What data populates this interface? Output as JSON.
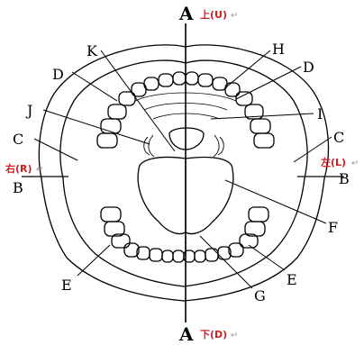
{
  "diagram": {
    "letters": {
      "A": "A",
      "B": "B",
      "C": "C",
      "D": "D",
      "E": "E",
      "F": "F",
      "G": "G",
      "H": "H",
      "I": "I",
      "J": "J",
      "K": "K"
    },
    "directions": {
      "up": "上(U)",
      "down": "下(D)",
      "right": "右(R)",
      "left": "左(L)"
    },
    "return_mark": "↵",
    "colors": {
      "line": "#000000",
      "direction_text": "#d02020"
    }
  }
}
